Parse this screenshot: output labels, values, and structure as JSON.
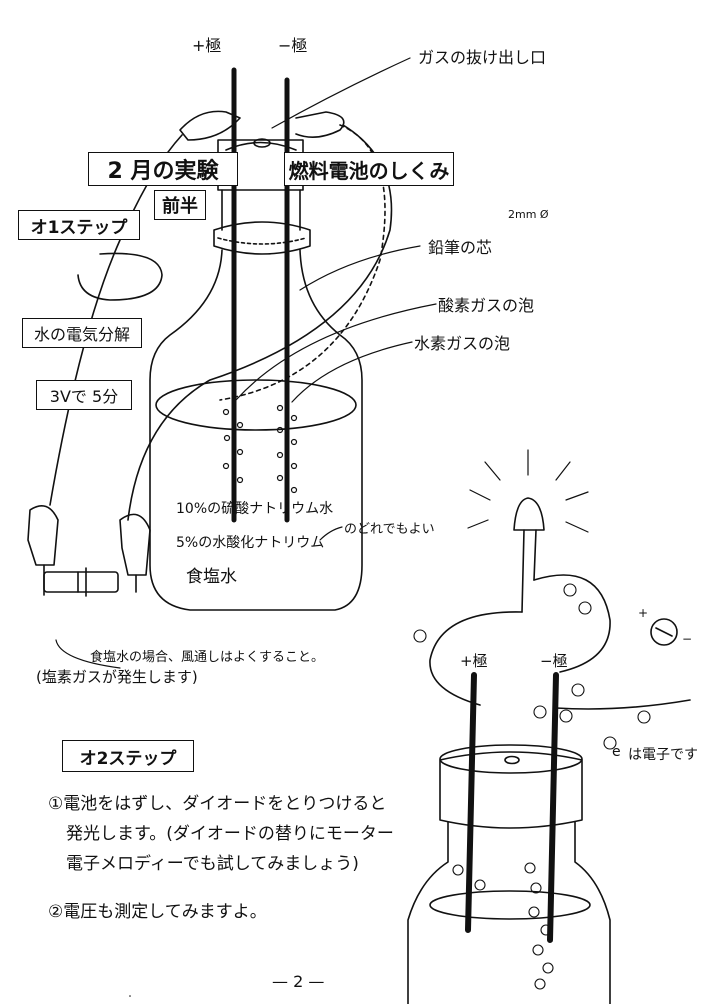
{
  "header": {
    "banner_left": "2 月の実験",
    "banner_right": "燃料電池のしくみ",
    "subtitle": "前半"
  },
  "step1": {
    "title": "オ1ステップ",
    "tag_electrolysis": "水の電気分解",
    "tag_time": "3Vで 5分"
  },
  "labels": {
    "plus_pole": "+極",
    "minus_pole": "−極",
    "gas_outlet": "ガスの抜け出し口",
    "pencil_lead": "鉛筆の芯",
    "lead_size": "2mm Ø",
    "oxygen_bubbles": "酸素ガスの泡",
    "hydrogen_bubbles": "水素ガスの泡",
    "solution_1": "10%の硫酸ナトリウム水",
    "solution_2": "5%の水酸化ナトリウム",
    "solution_choice": "のどれでもよい",
    "salt_water": "食塩水",
    "salt_note": "食塩水の場合、風通しはよくすること。",
    "chlorine_note": "(塩素ガスが発生します)"
  },
  "right_diagram": {
    "plus_pole": "+極",
    "minus_pole": "−極",
    "electron": "e",
    "electron_note": "は電子です",
    "meter_plus": "+",
    "meter_minus": "−"
  },
  "step2": {
    "title": "オ2ステップ",
    "item1_line1": "①電池をはずし、ダイオードをとりつけると",
    "item1_line2": "発光します。(ダイオードの替りにモーター",
    "item1_line3": "電子メロディーでも試してみましょう)",
    "item2": "②電圧も測定してみますよ。"
  },
  "footer": {
    "page_number": "— 2 —"
  }
}
